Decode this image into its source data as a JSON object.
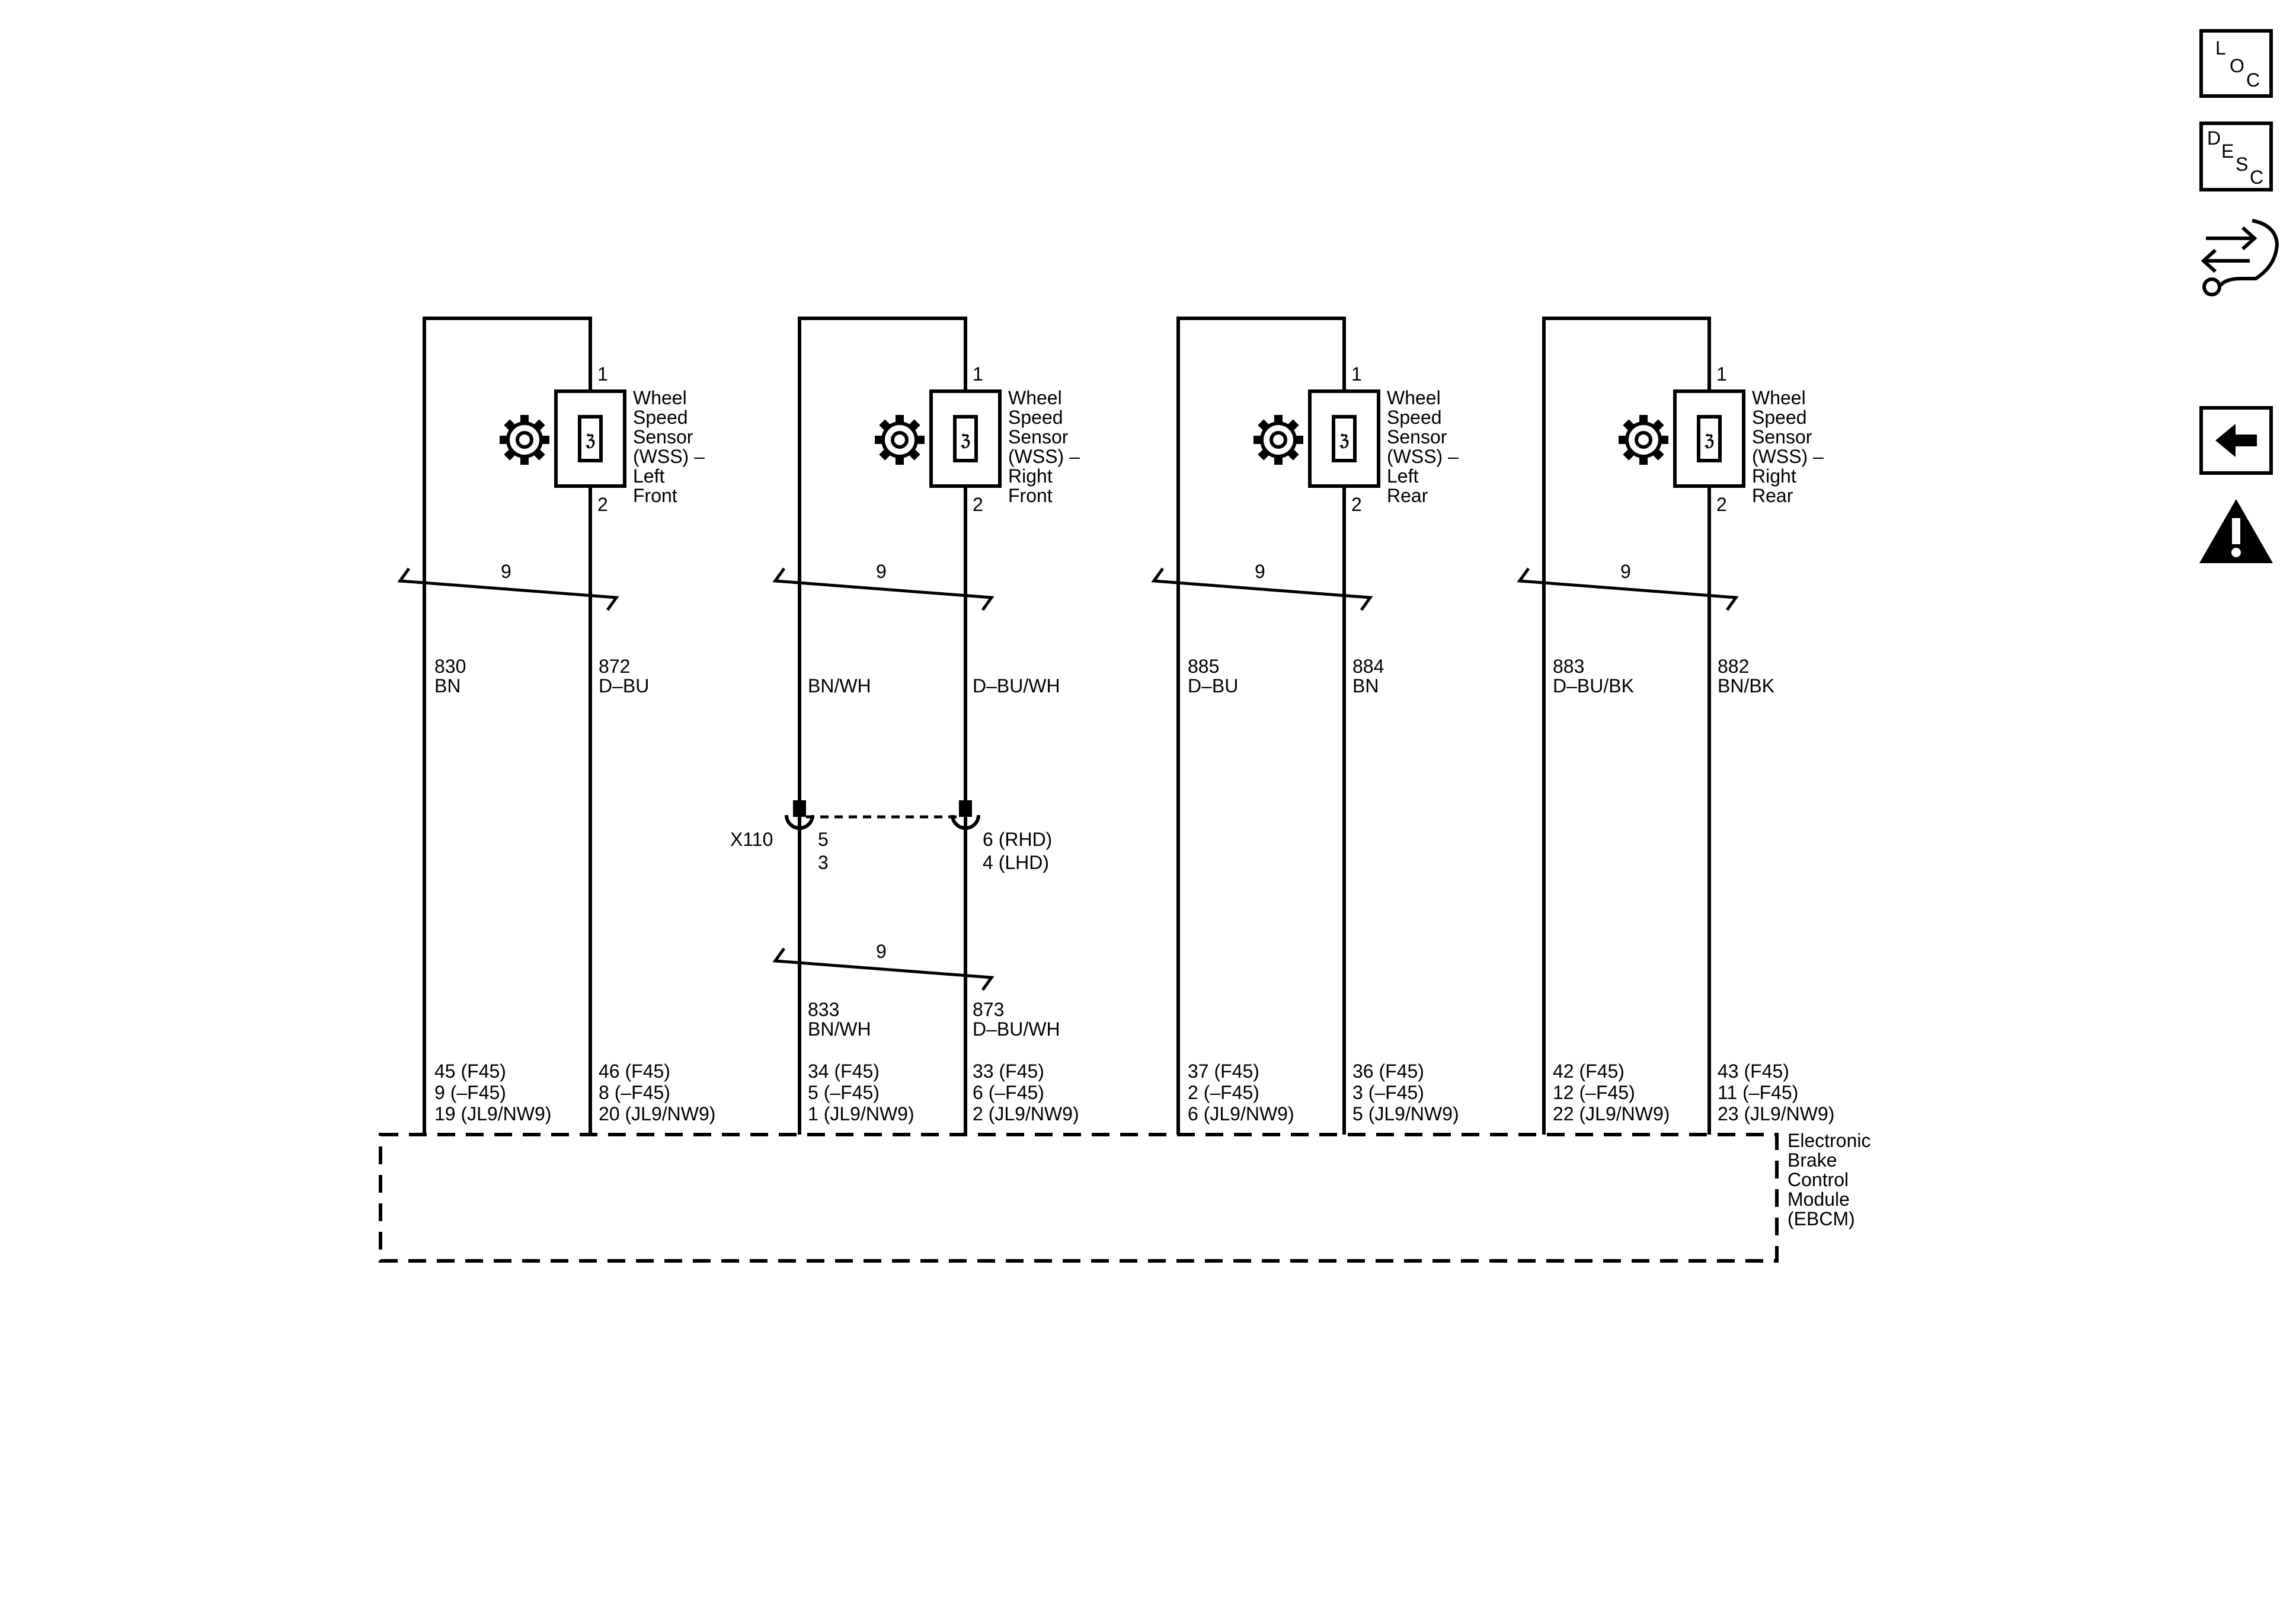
{
  "sensors": [
    {
      "label": [
        "Wheel",
        "Speed",
        "Sensor",
        "(WSS) –",
        "Left",
        "Front"
      ],
      "pin_top": "1",
      "pin_bottom": "2"
    },
    {
      "label": [
        "Wheel",
        "Speed",
        "Sensor",
        "(WSS) –",
        "Right",
        "Front"
      ],
      "pin_top": "1",
      "pin_bottom": "2"
    },
    {
      "label": [
        "Wheel",
        "Speed",
        "Sensor",
        "(WSS) –",
        "Left",
        "Rear"
      ],
      "pin_top": "1",
      "pin_bottom": "2"
    },
    {
      "label": [
        "Wheel",
        "Speed",
        "Sensor",
        "(WSS) –",
        "Right",
        "Rear"
      ],
      "pin_top": "1",
      "pin_bottom": "2"
    }
  ],
  "twist_label": "9",
  "wires": [
    {
      "circuit": "830",
      "color": "BN",
      "pins": [
        "45 (F45)",
        "9 (–F45)",
        "19 (JL9/NW9)"
      ]
    },
    {
      "circuit": "872",
      "color": "D–BU",
      "pins": [
        "46 (F45)",
        "8 (–F45)",
        "20 (JL9/NW9)"
      ]
    },
    {
      "circuit": "",
      "color": "BN/WH",
      "circuit_lower": "833",
      "color_lower": "BN/WH",
      "pins": [
        "34 (F45)",
        "5 (–F45)",
        "1 (JL9/NW9)"
      ]
    },
    {
      "circuit": "",
      "color": "D–BU/WH",
      "circuit_lower": "873",
      "color_lower": "D–BU/WH",
      "pins": [
        "33 (F45)",
        "6 (–F45)",
        "2 (JL9/NW9)"
      ]
    },
    {
      "circuit": "885",
      "color": "D–BU",
      "pins": [
        "37 (F45)",
        "2 (–F45)",
        "6 (JL9/NW9)"
      ]
    },
    {
      "circuit": "884",
      "color": "BN",
      "pins": [
        "36 (F45)",
        "3 (–F45)",
        "5 (JL9/NW9)"
      ]
    },
    {
      "circuit": "883",
      "color": "D–BU/BK",
      "pins": [
        "42 (F45)",
        "12 (–F45)",
        "22 (JL9/NW9)"
      ]
    },
    {
      "circuit": "882",
      "color": "BN/BK",
      "pins": [
        "43 (F45)",
        "11 (–F45)",
        "23 (JL9/NW9)"
      ]
    }
  ],
  "connector": {
    "name": "X110",
    "left_pins": [
      "5",
      "3"
    ],
    "right_pins": [
      "6 (RHD)",
      "4 (LHD)"
    ]
  },
  "module": {
    "label": [
      "Electronic",
      "Brake",
      "Control",
      "Module",
      "(EBCM)"
    ]
  },
  "sidebar": {
    "loc": [
      "L",
      "O",
      "C"
    ],
    "desc": [
      "D",
      "E",
      "S",
      "C"
    ]
  }
}
